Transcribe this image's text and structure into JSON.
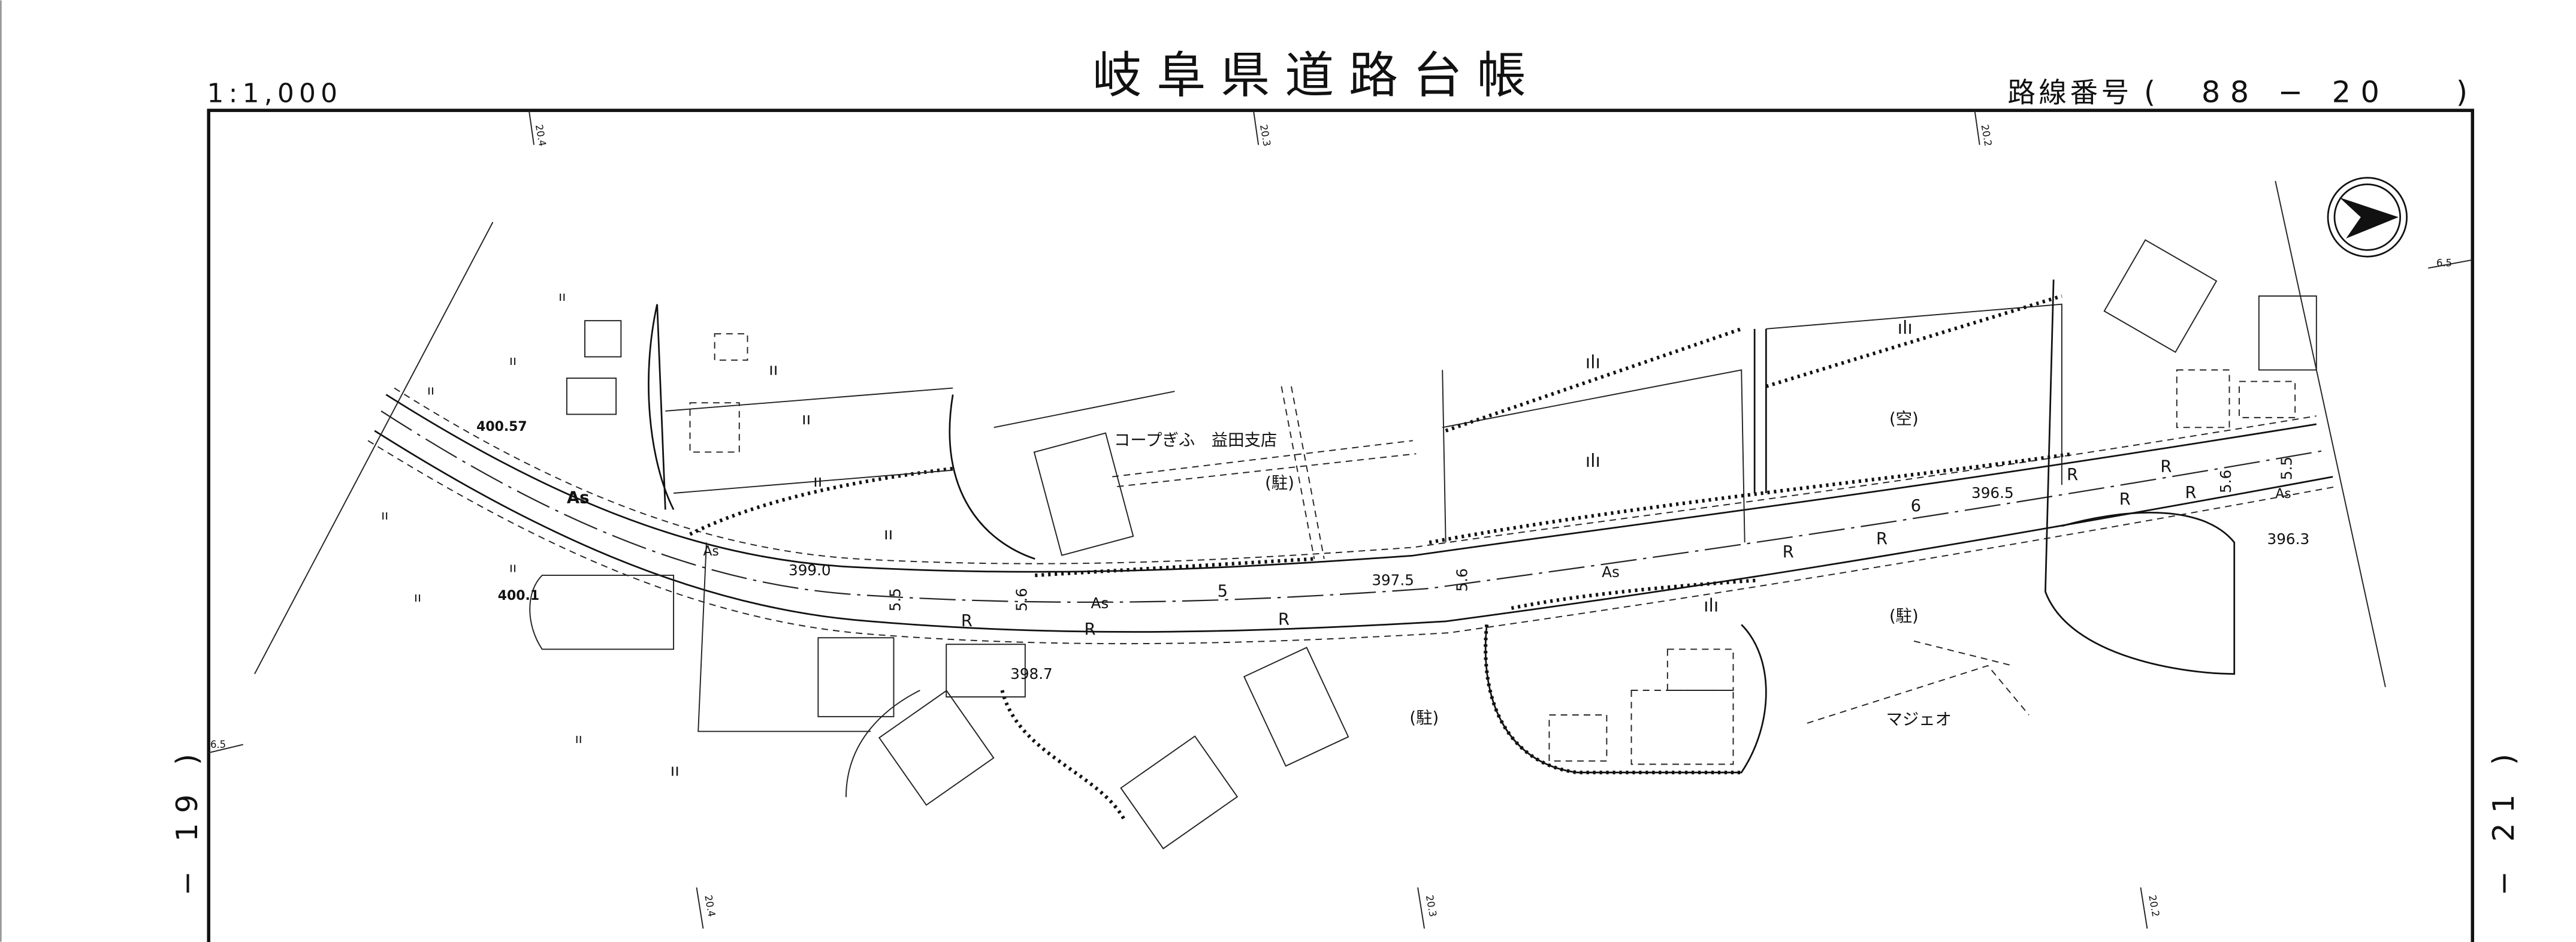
{
  "header": {
    "scale": "1:1,000",
    "title": "岐阜県道路台帳",
    "route_label": "路線番号",
    "route_open": "(",
    "route_number": "88 − 20",
    "route_close": ")"
  },
  "sheet": {
    "left_neighbor": "− 19 )",
    "right_neighbor": "− 21 )"
  },
  "ticks": {
    "top": [
      "20.4",
      "20.3",
      "20.2"
    ],
    "bottom": [
      "20.4",
      "20.3",
      "20.2"
    ],
    "side_left": "6.5",
    "side_right": "6.5"
  },
  "labels": {
    "elev_1": "400.57",
    "elev_2": "400.1",
    "elev_3": "399.0",
    "elev_4": "398.7",
    "elev_5": "397.5",
    "elev_6": "396.5",
    "elev_7": "396.3",
    "surface_as": "As",
    "width_55": "5.5",
    "width_56": "5.6",
    "width_5": "5",
    "width_6": "6",
    "road_r": "R",
    "shop_1": "コープぎふ　益田支店",
    "shop_2": "マジェオ",
    "parking": "(駐)",
    "vacant": "(空)",
    "field": "ıı",
    "forest": "ılı"
  },
  "north_arrow": "north-arrow"
}
